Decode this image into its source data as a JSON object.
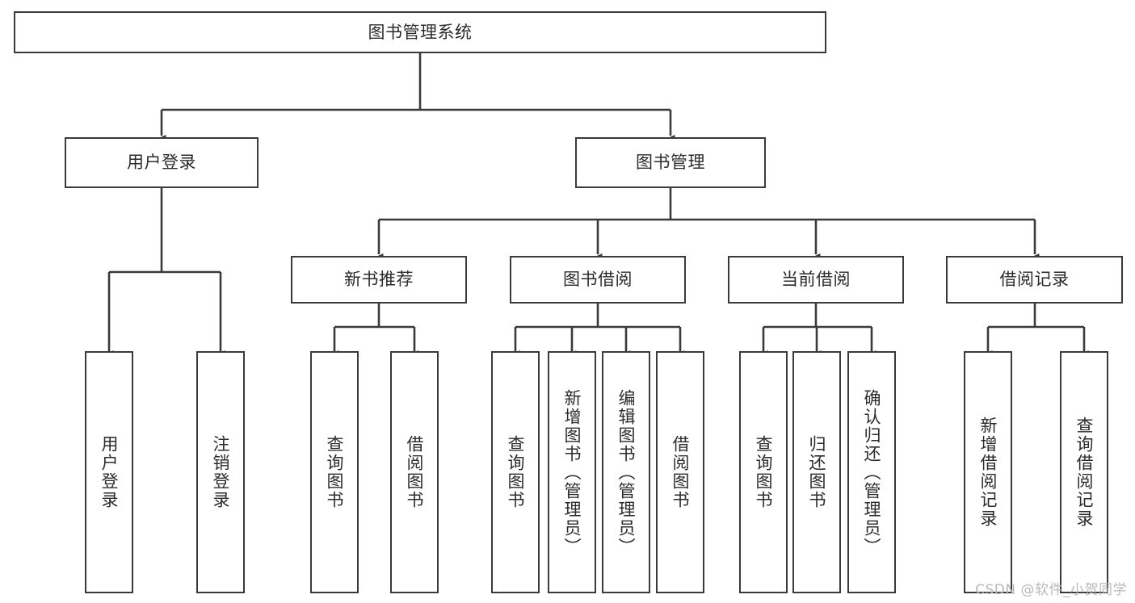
{
  "diagram": {
    "type": "tree-hierarchy-chart",
    "root": {
      "id": "root",
      "label": "图书管理系统"
    },
    "level2": [
      {
        "id": "user-login",
        "label": "用户登录"
      },
      {
        "id": "book-manage",
        "label": "图书管理"
      }
    ],
    "level3": [
      {
        "id": "new-book-rec",
        "label": "新书推荐"
      },
      {
        "id": "book-borrow",
        "label": "图书借阅"
      },
      {
        "id": "current-borrow",
        "label": "当前借阅"
      },
      {
        "id": "borrow-record",
        "label": "借阅记录"
      }
    ],
    "leaves": [
      {
        "id": "leaf-user-login",
        "label": "用户登录",
        "parent": "user-login"
      },
      {
        "id": "leaf-logout",
        "label": "注销登录",
        "parent": "user-login"
      },
      {
        "id": "leaf-query-book-1",
        "label": "查询图书",
        "parent": "new-book-rec"
      },
      {
        "id": "leaf-borrow-book-1",
        "label": "借阅图书",
        "parent": "new-book-rec"
      },
      {
        "id": "leaf-query-book-2",
        "label": "查询图书",
        "parent": "book-borrow"
      },
      {
        "id": "leaf-add-book",
        "label": "新增图书（管理员）",
        "parent": "book-borrow"
      },
      {
        "id": "leaf-edit-book",
        "label": "编辑图书（管理员）",
        "parent": "book-borrow"
      },
      {
        "id": "leaf-borrow-book-2",
        "label": "借阅图书",
        "parent": "book-borrow"
      },
      {
        "id": "leaf-query-book-3",
        "label": "查询图书",
        "parent": "current-borrow"
      },
      {
        "id": "leaf-return-book",
        "label": "归还图书",
        "parent": "current-borrow"
      },
      {
        "id": "leaf-confirm-return",
        "label": "确认归还（管理员）",
        "parent": "current-borrow"
      },
      {
        "id": "leaf-add-record",
        "label": "新增借阅记录",
        "parent": "borrow-record"
      },
      {
        "id": "leaf-query-record",
        "label": "查询借阅记录",
        "parent": "borrow-record"
      }
    ],
    "watermark": "CSDN @软件_小贺同学",
    "colors": {
      "stroke": "#3a3a3a",
      "background": "#ffffff",
      "text": "#2b2b2b",
      "watermark": "#b9b9b9"
    }
  }
}
